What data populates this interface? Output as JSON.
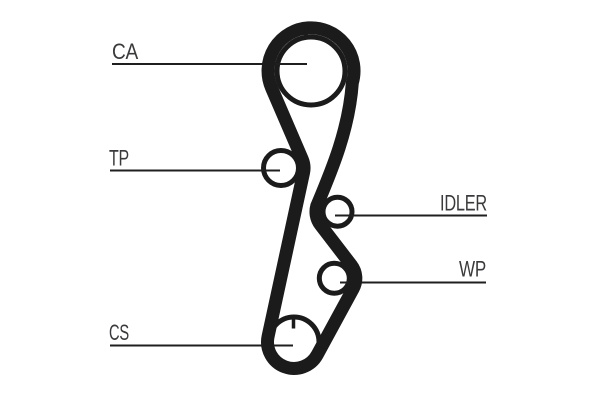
{
  "diagram": {
    "background": "#ffffff",
    "ink_color": "#1b1b1b",
    "label_color": "#3a3a3c",
    "labels": {
      "ca": "CA",
      "tp": "TP",
      "idler": "IDLER",
      "wp": "WP",
      "cs": "CS"
    }
  }
}
